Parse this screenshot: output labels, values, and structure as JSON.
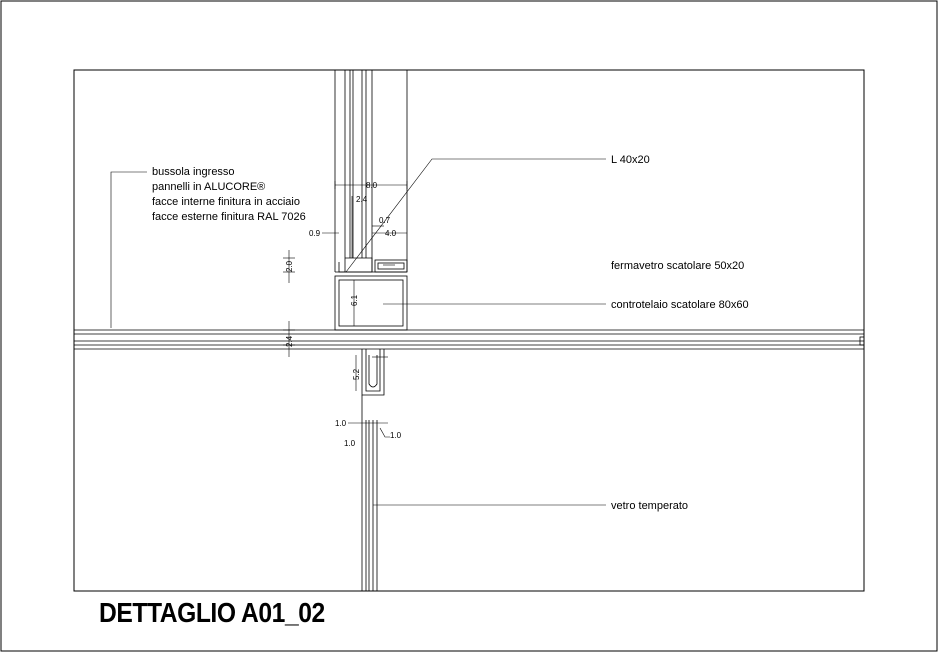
{
  "title": "DETTAGLIO A01_02",
  "notes": {
    "bussola": [
      "bussola ingresso",
      "pannelli in ALUCORE®",
      "facce interne finitura in acciaio",
      "facce esterne finitura RAL 7026"
    ],
    "angle": "L 40x20",
    "fermavetro": "fermavetro scatolare 50x20",
    "controtelaio": "controtelaio scatolare 80x60",
    "vetro": "vetro temperato"
  },
  "dimensions": {
    "d_8_0": "8.0",
    "d_2_4_top": "2.4",
    "d_0_7": "0.7",
    "d_0_9": "0.9",
    "d_4_0": "4.0",
    "d_2_0": "2.0",
    "d_6_1": "6.1",
    "d_2_4_mid": "2.4",
    "d_5_2": "5.2",
    "d_1_0_a": "1.0",
    "d_1_0_b": "1.0",
    "d_1_0_c": "1.0"
  }
}
